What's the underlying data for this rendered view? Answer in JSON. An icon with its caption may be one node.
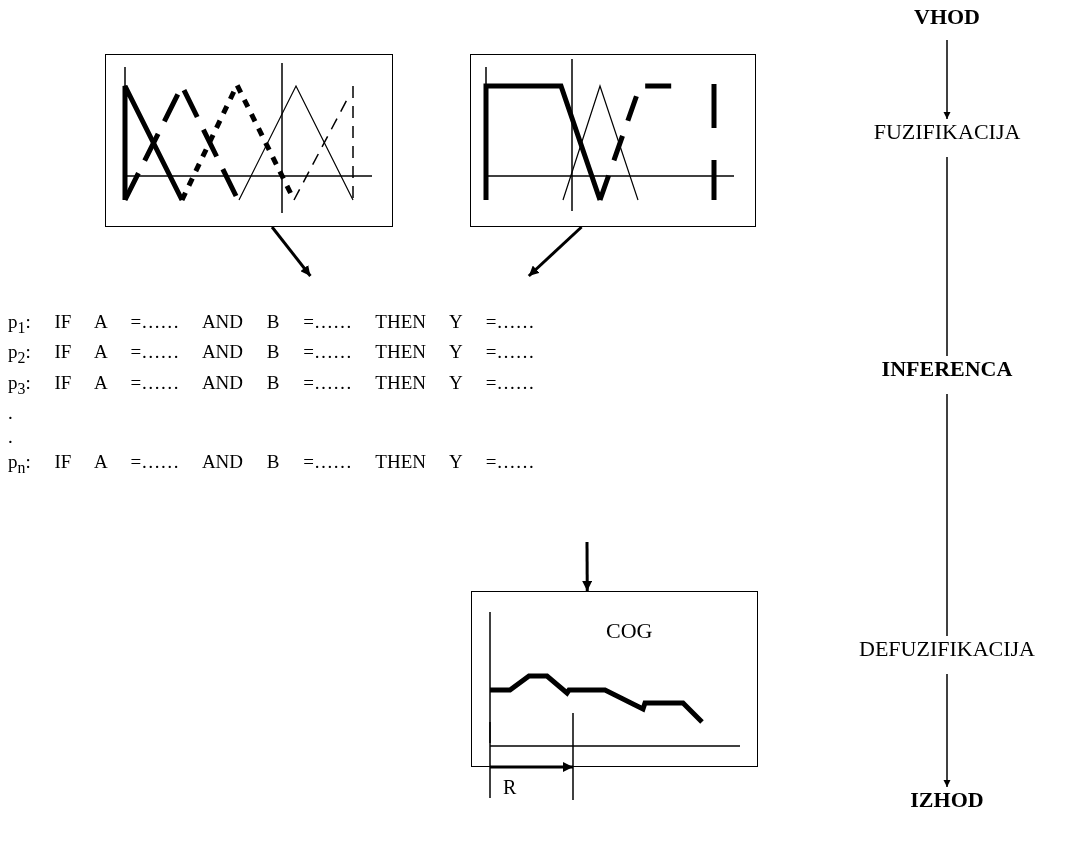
{
  "diagram": {
    "nodes": [
      {
        "text": [
          "VHOD"
        ]
      },
      {
        "text": [
          "FUZIFIKACIJA"
        ]
      },
      {
        "text": [
          "INFERENCA"
        ]
      },
      {
        "text": [
          "DEFUZIFIKACIJA"
        ]
      },
      {
        "text": [
          "IZHOD"
        ]
      },
      {
        "text": [],
        "shape": "picture"
      },
      {
        "text": [],
        "shape": "picture"
      },
      {
        "text": [
          "p$_{1}$: IF A =…… AND B =…… THEN Y =……",
          "p$_{2}$: IF A =…… AND B =…… THEN Y =……",
          "p$_{3}$: IF A =…… AND B =…… THEN Y =……",
          ".",
          ".",
          "p$_{n}$: IF A =…… AND B =…… THEN Y =……"
        ]
      },
      {
        "text": [
          "COG"
        ]
      }
    ],
    "edges": [
      {
        "from": 0,
        "to": 1,
        "arrow": "to"
      },
      {
        "from": 1,
        "to": 2,
        "arrow": "none"
      },
      {
        "from": 2,
        "to": 3,
        "arrow": "none"
      },
      {
        "from": 3,
        "to": 4,
        "arrow": "to"
      },
      {
        "from": 5,
        "to": 7,
        "arrow": "to"
      },
      {
        "from": 6,
        "to": 7,
        "arrow": "to"
      },
      {
        "from": null,
        "to": 8,
        "arrow": "to"
      }
    ],
    "labels": [
      "R"
    ]
  }
}
